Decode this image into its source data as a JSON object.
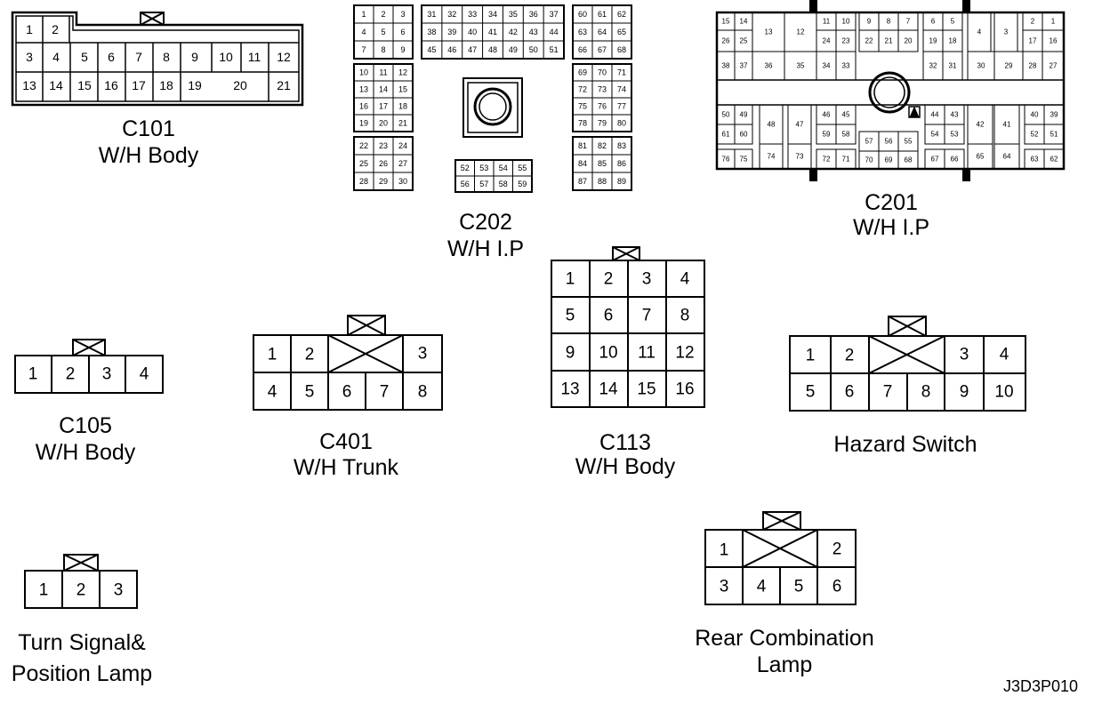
{
  "connectors": {
    "c101": {
      "id": "C101",
      "harness": "W/H Body",
      "pins": [
        "1",
        "2",
        "3",
        "4",
        "5",
        "6",
        "7",
        "8",
        "9",
        "10",
        "11",
        "12",
        "13",
        "14",
        "15",
        "16",
        "17",
        "18",
        "19",
        "20",
        "21"
      ]
    },
    "c202": {
      "id": "C202",
      "harness": "W/H I.P",
      "pins": [
        "1",
        "2",
        "3",
        "4",
        "5",
        "6",
        "7",
        "8",
        "9",
        "31",
        "32",
        "33",
        "34",
        "35",
        "36",
        "37",
        "38",
        "39",
        "40",
        "41",
        "42",
        "43",
        "44",
        "45",
        "46",
        "47",
        "48",
        "49",
        "50",
        "51",
        "60",
        "61",
        "62",
        "63",
        "64",
        "65",
        "66",
        "67",
        "68",
        "10",
        "11",
        "12",
        "13",
        "14",
        "15",
        "16",
        "17",
        "18",
        "19",
        "20",
        "21",
        "69",
        "70",
        "71",
        "72",
        "73",
        "74",
        "75",
        "76",
        "77",
        "78",
        "79",
        "80",
        "22",
        "23",
        "24",
        "25",
        "26",
        "27",
        "28",
        "29",
        "30",
        "81",
        "82",
        "83",
        "84",
        "85",
        "86",
        "87",
        "88",
        "89",
        "52",
        "53",
        "54",
        "55",
        "56",
        "57",
        "58",
        "59"
      ]
    },
    "c201": {
      "id": "C201",
      "harness": "W/H I.P",
      "pins": [
        "15",
        "14",
        "26",
        "25",
        "13",
        "12",
        "11",
        "10",
        "24",
        "23",
        "9",
        "8",
        "7",
        "22",
        "21",
        "20",
        "6",
        "5",
        "19",
        "18",
        "4",
        "3",
        "2",
        "1",
        "17",
        "16",
        "38",
        "37",
        "36",
        "35",
        "34",
        "33",
        "32",
        "31",
        "30",
        "29",
        "28",
        "27",
        "50",
        "49",
        "61",
        "60",
        "48",
        "47",
        "46",
        "45",
        "59",
        "58",
        "57",
        "56",
        "55",
        "44",
        "43",
        "54",
        "53",
        "42",
        "41",
        "40",
        "39",
        "52",
        "51",
        "76",
        "75",
        "74",
        "73",
        "72",
        "71",
        "70",
        "69",
        "68",
        "67",
        "66",
        "65",
        "64",
        "63",
        "62"
      ]
    },
    "c105": {
      "id": "C105",
      "harness": "W/H Body",
      "pins": [
        "1",
        "2",
        "3",
        "4"
      ]
    },
    "c401": {
      "id": "C401",
      "harness": "W/H Trunk",
      "pins": [
        "1",
        "2",
        "3",
        "4",
        "5",
        "6",
        "7",
        "8"
      ]
    },
    "c113": {
      "id": "C113",
      "harness": "W/H Body",
      "pins": [
        "1",
        "2",
        "3",
        "4",
        "5",
        "6",
        "7",
        "8",
        "9",
        "10",
        "11",
        "12",
        "13",
        "14",
        "15",
        "16"
      ]
    },
    "hazard": {
      "name": "Hazard Switch",
      "pins": [
        "1",
        "2",
        "3",
        "4",
        "5",
        "6",
        "7",
        "8",
        "9",
        "10"
      ]
    },
    "turn": {
      "name_line1": "Turn Signal&",
      "name_line2": "Position Lamp",
      "pins": [
        "1",
        "2",
        "3"
      ]
    },
    "rear": {
      "name_line1": "Rear Combination",
      "name_line2": "Lamp",
      "pins": [
        "1",
        "2",
        "3",
        "4",
        "5",
        "6"
      ]
    }
  },
  "figure_code": "J3D3P010"
}
